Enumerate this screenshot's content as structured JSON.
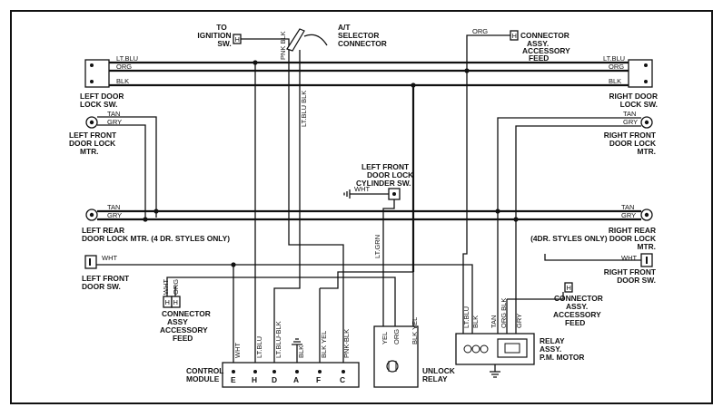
{
  "labels": {
    "to_ignition": [
      "TO",
      "IGNITION",
      "SW."
    ],
    "at_selector": [
      "A/T",
      "SELECTOR",
      "CONNECTOR"
    ],
    "connector_top_right": [
      "CONNECTOR",
      "ASSY.",
      "ACCESSORY",
      "FEED"
    ],
    "left_door_lock_sw": [
      "LEFT DOOR",
      "LOCK SW."
    ],
    "right_door_lock_sw": [
      "RIGHT DOOR",
      "LOCK SW."
    ],
    "left_front_lock_mtr": [
      "LEFT FRONT",
      "DOOR LOCK",
      "MTR."
    ],
    "right_front_lock_mtr": [
      "RIGHT FRONT",
      "DOOR LOCK",
      "MTR."
    ],
    "lf_cylinder_sw": [
      "LEFT FRONT",
      "DOOR LOCK",
      "CYLINDER SW."
    ],
    "left_rear_lock_mtr": [
      "LEFT REAR",
      "DOOR LOCK MTR. (4 DR. STYLES ONLY)"
    ],
    "right_rear_lock_mtr": [
      "RIGHT REAR",
      "(4DR. STYLES ONLY)  DOOR LOCK",
      "MTR."
    ],
    "left_front_door_sw": [
      "LEFT FRONT",
      "DOOR SW."
    ],
    "right_front_door_sw": [
      "RIGHT FRONT",
      "DOOR SW."
    ],
    "connector_left": [
      "CONNECTOR",
      "ASSY",
      "ACCESSORY",
      "FEED"
    ],
    "connector_right": [
      "CONNECTOR",
      "ASSY.",
      "ACCESSORY",
      "FEED"
    ],
    "control_module": [
      "CONTROL",
      "MODULE"
    ],
    "unlock_relay": [
      "UNLOCK",
      "RELAY"
    ],
    "relay_motor": [
      "RELAY",
      "ASSY.",
      "P.M. MOTOR"
    ]
  },
  "connector_letter": "H",
  "wires": {
    "lt_blu": "LT.BLU",
    "org": "ORG",
    "blk": "BLK",
    "tan": "TAN",
    "gry": "GRY",
    "wht": "WHT",
    "pnk_blk": "PNK BLK",
    "lt_blu_blk": "LT.BLU BLK",
    "lt_grn": "LT.GRN",
    "blk_yel": "BLK YEL",
    "yel": "YEL",
    "org_blk": "ORG BLK",
    "pnk_blk_dot": "PNK-BLK",
    "lt_blu_blk_dot": "LT.BLU-BLK"
  },
  "module_pins": [
    "E",
    "H",
    "D",
    "A",
    "F",
    "C"
  ],
  "module_wires": [
    "WHT",
    "LT.BLU",
    "LT.BLU-BLK",
    "BLK",
    "BLK YEL",
    "PNK-BLK"
  ],
  "unlock_relay_wires": [
    "YEL",
    "ORG",
    "BLK YEL"
  ],
  "motor_wires": [
    "LT.BLU",
    "BLK",
    "TAN",
    "ORG BLK",
    "GRY"
  ]
}
